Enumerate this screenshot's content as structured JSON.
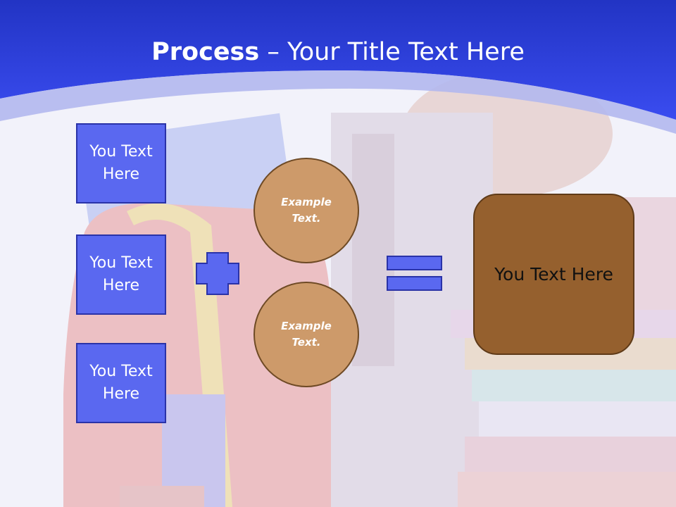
{
  "slide": {
    "title_bold": "Process",
    "title_rest": " – Your Title Text Here",
    "colors": {
      "header_blue": "#2a3fe0",
      "box_blue": "#5a68f0",
      "circle_tan": "#cd9a6a",
      "result_brown": "#95602e"
    }
  },
  "left_boxes": [
    {
      "label": "You Text Here"
    },
    {
      "label": "You Text Here"
    },
    {
      "label": "You Text Here"
    }
  ],
  "circles": [
    {
      "label": "Example Text."
    },
    {
      "label": "Example Text."
    }
  ],
  "result_box": {
    "label": "You Text Here"
  },
  "operators": {
    "plus": "plus-icon",
    "equals": "equals-icon"
  }
}
